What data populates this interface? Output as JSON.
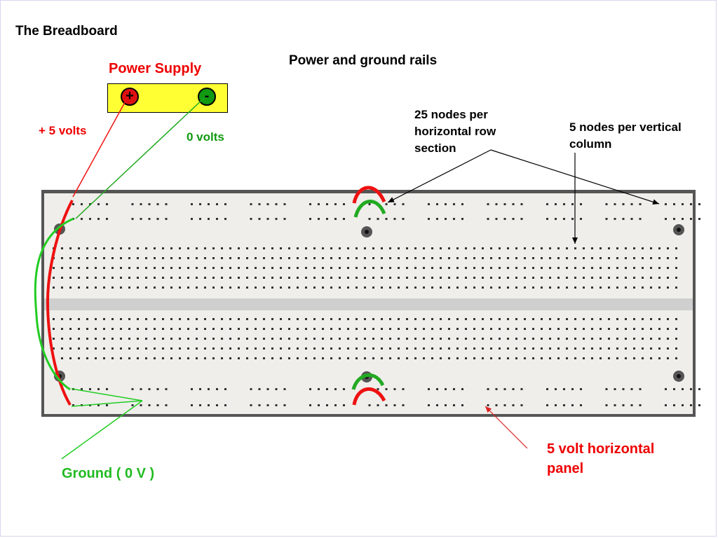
{
  "slide": {
    "title": "The Breadboard",
    "subtitle": "Power and ground rails"
  },
  "power_supply": {
    "label": "Power Supply",
    "positive_symbol": "+",
    "negative_symbol": "-",
    "box_color": "#ffff33",
    "positive_color": "#dd1111",
    "negative_color": "#119911"
  },
  "annotations": {
    "plus_five_volts": "+ 5 volts",
    "zero_volts": "0 volts",
    "row_nodes": "25 nodes per horizontal row section",
    "column_nodes": "5 nodes per vertical column",
    "five_volt_panel": "5 volt horizontal panel",
    "ground": "Ground ( 0 V )"
  },
  "colors": {
    "red_label": "#ee0000",
    "green_label": "#119911",
    "bright_green_label": "#22bb22",
    "board": "#efeeea",
    "board_shadow": "#555555",
    "hole": "#333333",
    "red_wire": "#ee1111",
    "green_wire": "#22aa22"
  }
}
